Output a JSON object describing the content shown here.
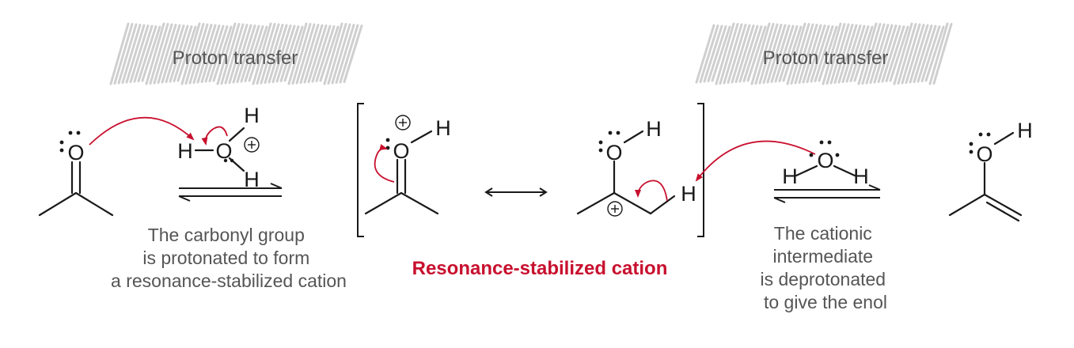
{
  "colors": {
    "accent_red": "#c8102e",
    "text_gray": "#555555",
    "ink": "#1a1a1a",
    "hatch": "#cfcfcf"
  },
  "headers": {
    "left": "Proton transfer",
    "right": "Proton transfer"
  },
  "atoms": {
    "O": "O",
    "H": "H",
    "plus": "+"
  },
  "captions": {
    "step1": [
      "The carbonyl group",
      "is protonated to form",
      "a resonance-stabilized cation"
    ],
    "resonance": "Resonance-stabilized cation",
    "step2": [
      "The cationic",
      "intermediate",
      "is deprotonated",
      "to give the enol"
    ]
  }
}
